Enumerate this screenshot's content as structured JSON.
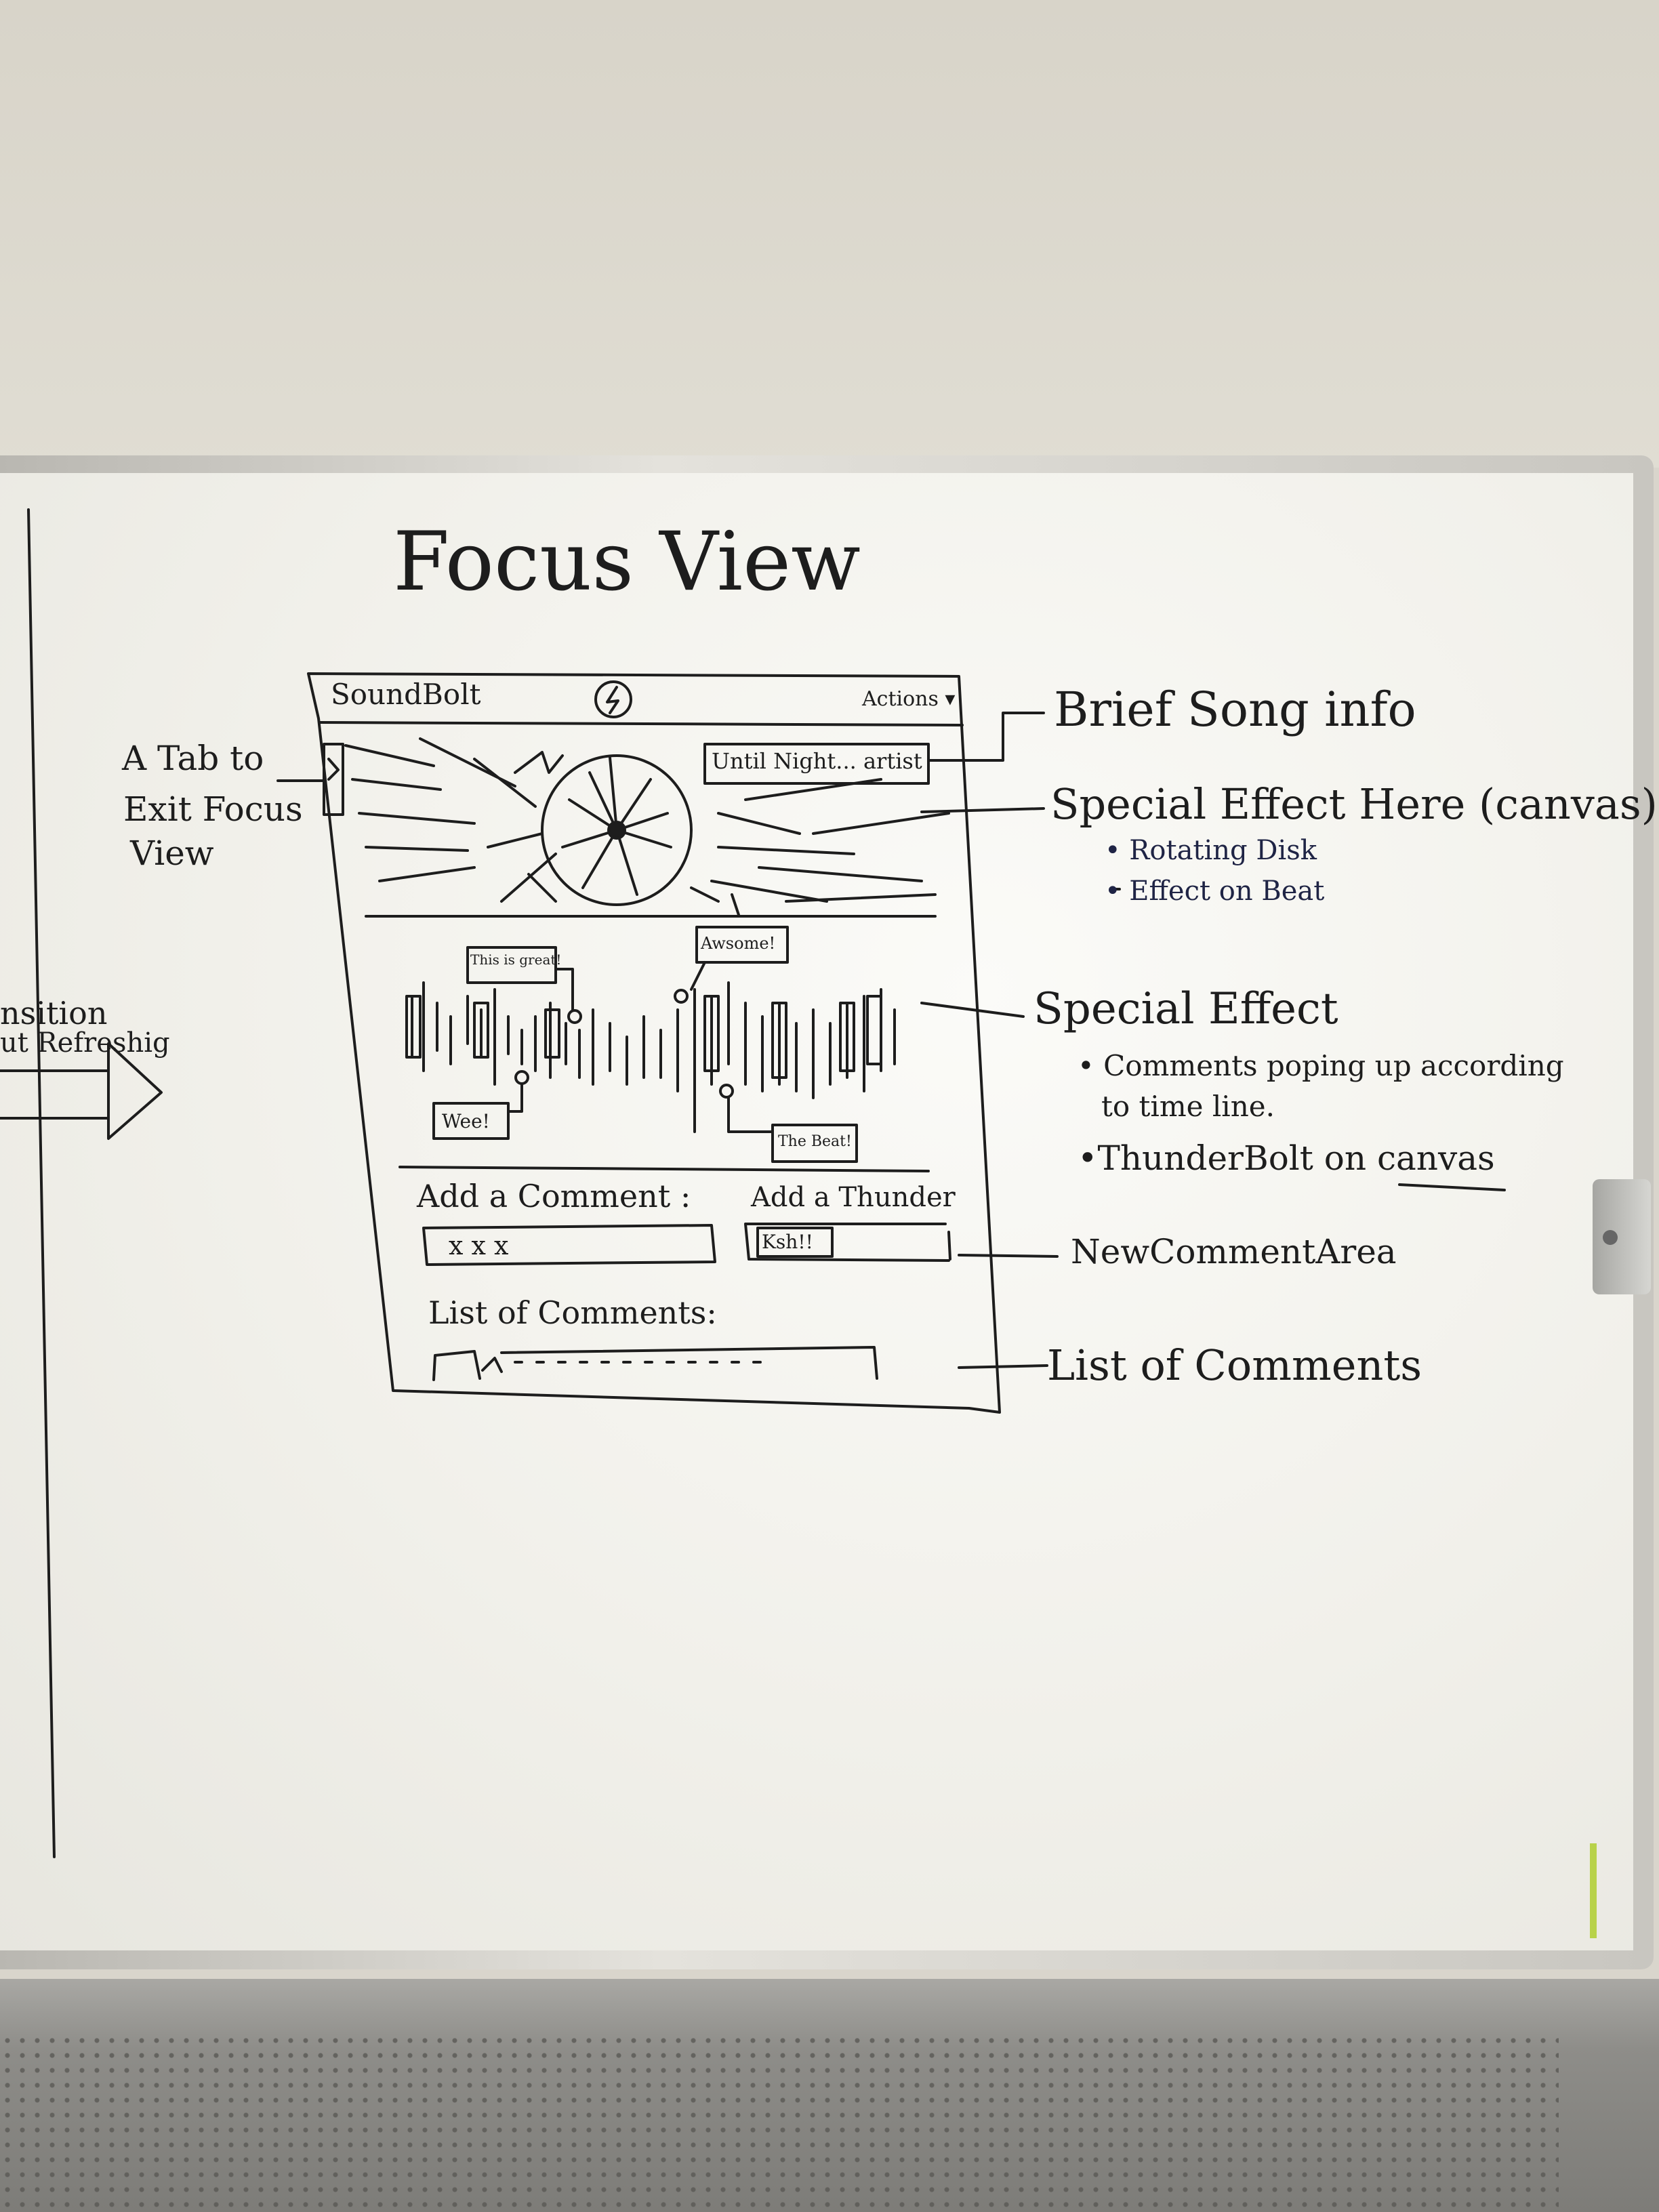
{
  "title": "Focus View",
  "mockup": {
    "app_name": "SoundBolt",
    "actions_label": "Actions ▾",
    "song_info": "Until Night... artist",
    "bubbles": [
      "This is great!",
      "Awsome!",
      "Wee!",
      "The Beat!"
    ],
    "add_comment_label": "Add a Comment :",
    "add_comment_value": "x x x",
    "add_thunder_label": "Add a Thunder",
    "add_thunder_value": "Ksh!!",
    "list_label": "List of Comments:"
  },
  "annotations": {
    "tab_exit_line1": "A Tab to",
    "tab_exit_line2": "Exit Focus",
    "tab_exit_line3": "View",
    "left_edge_line1": "nsition",
    "left_edge_line2": "ut Refreshig",
    "brief_song_info": "Brief Song info",
    "special_effect_canvas": "Special Effect Here (canvas)",
    "rotating_disk": "• Rotating Disk",
    "effect_on_beat": "• Effect on Beat",
    "special_effect": "Special Effect",
    "comments_popping_1": "• Comments poping up according",
    "comments_popping_2": "to time line.",
    "thunderbolt_prefix": "•ThunderBolt on ",
    "thunderbolt_canvas": "canvas",
    "new_comment_area": "NewCommentArea",
    "list_of_comments": "List of Comments"
  },
  "colors": {
    "ink": "#1d1d1d",
    "navy_marker": "#1f2445",
    "board": "#f4f3ee"
  }
}
